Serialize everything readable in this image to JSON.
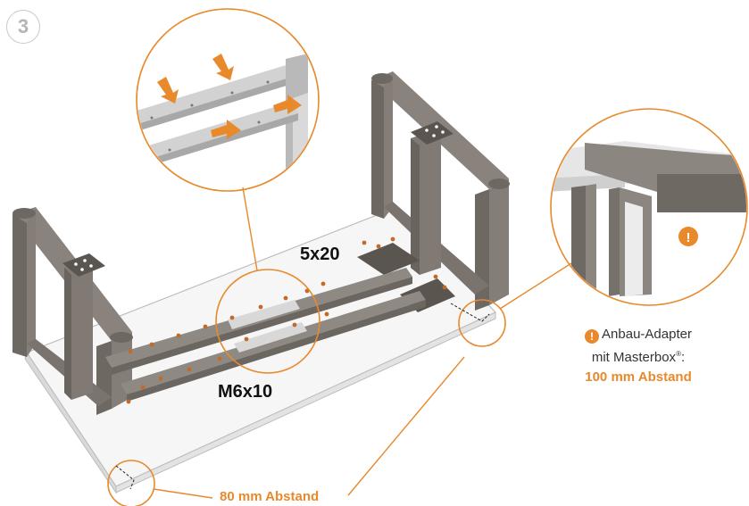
{
  "step": {
    "number": "3"
  },
  "labels": {
    "screw_large": "5x20",
    "screw_small": "M6x10"
  },
  "note": {
    "icon": "exclamation-icon",
    "line1": "Anbau-Adapter",
    "line2_prefix": "mit Masterbox",
    "registered": "®",
    "line2_suffix": ":",
    "line3": "100 mm Abstand"
  },
  "bottom_distance": "80 mm Abstand",
  "colors": {
    "accent": "#e8892b",
    "frame": "#7d7670",
    "frame_dark": "#5f5954",
    "rail": "#9a948e",
    "tabletop": "#f4f4f4",
    "screw": "#c06b2a"
  }
}
